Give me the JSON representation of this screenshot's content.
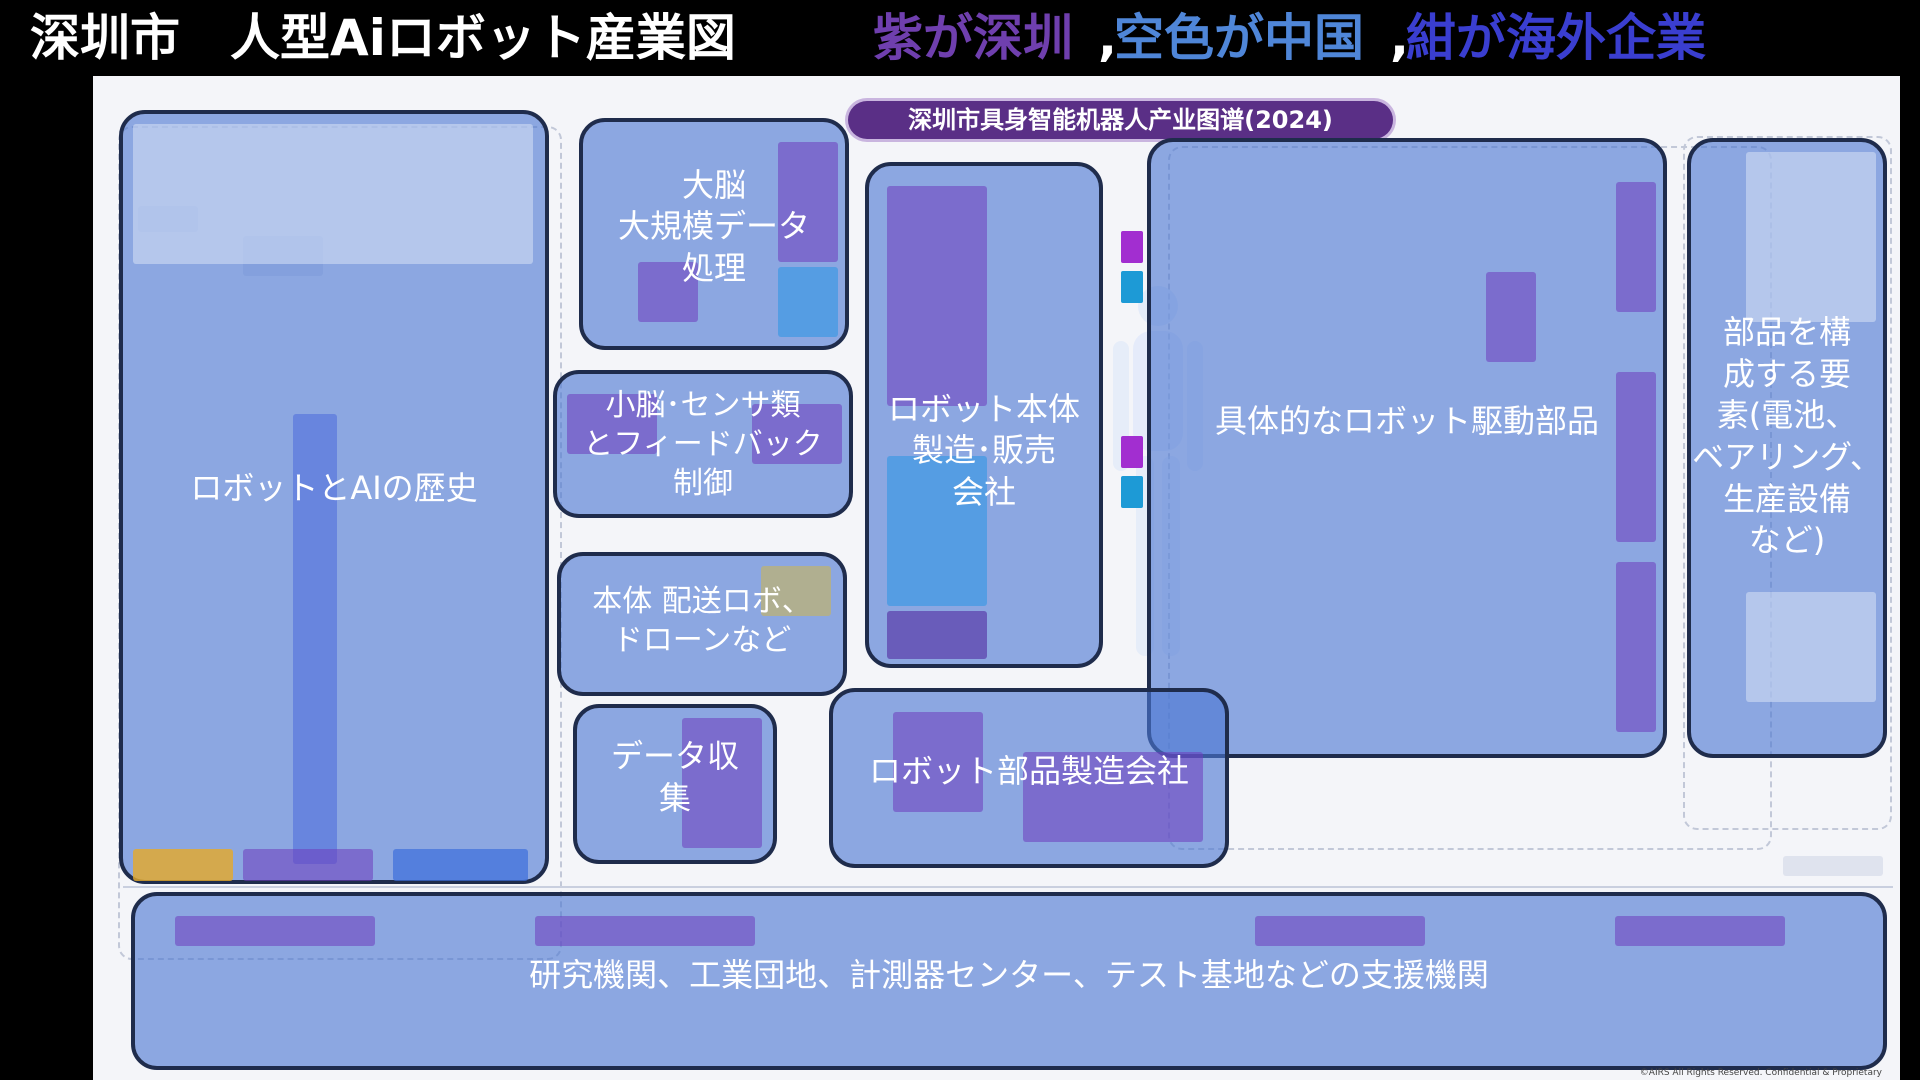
{
  "header": {
    "title": "深圳市　人型Aiロボット産業図",
    "legend_purple": "紫が深圳",
    "comma1": ",",
    "legend_sky": "空色が中国",
    "comma2": ",",
    "legend_navy": "紺が海外企業",
    "colors": {
      "title": "#ffffff",
      "purple": "#6f3fae",
      "sky": "#4f86d8",
      "navy": "#3a3ed0"
    }
  },
  "banner": "深圳市具身智能机器人产业图谱(2024)",
  "regions": {
    "history": "ロボットとAIの歴史",
    "brain": "大脳\n大規模データ\n処理",
    "cerebellum": "小脳･センサ類\nとフィードバック\n制御",
    "delivery": "本体 配送ロボ、\nドローンなど",
    "data_collection": "データ収\n集",
    "robot_body": "ロボット本体\n製造･販売\n会社",
    "drive_parts": "具体的なロボット駆動部品",
    "parts_makers": "ロボット部品製造会社",
    "components": "部品を構\n成する要\n素(電池、\nベアリング、\n生産設備\nなど)",
    "support": "研究機関、工業団地、計測器センター、テスト基地などの支援機関"
  },
  "copyright": "©AIRS All Rights Reserved. Confidential & Proprietary"
}
